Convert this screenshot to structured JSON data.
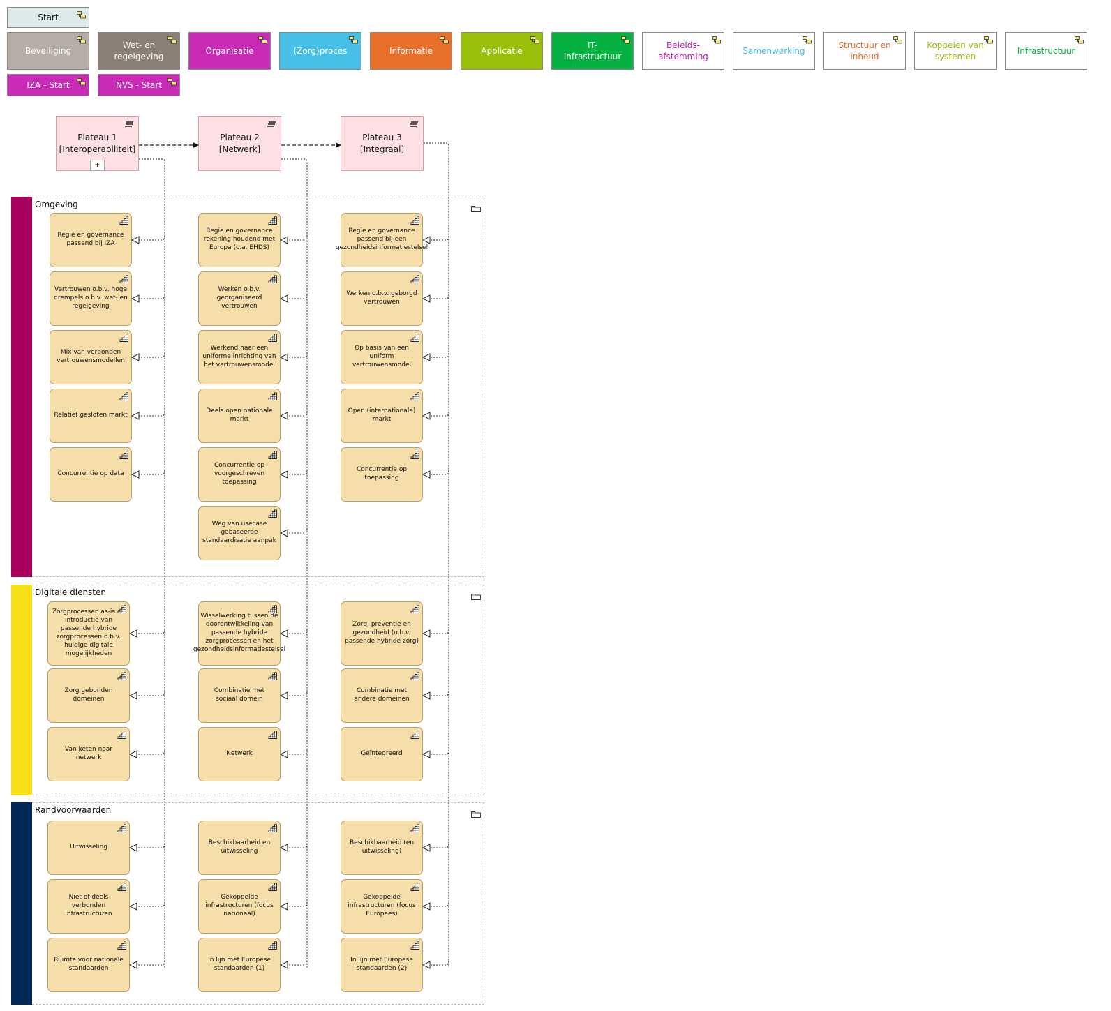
{
  "nav": {
    "start": "Start",
    "domains": [
      "Beveiliging",
      "Wet- en\nregelgeving",
      "Organisatie",
      "(Zorg)proces",
      "Informatie",
      "Applicatie",
      "IT-Infrastructuur",
      "Beleids-\nafstemming",
      "Samenwerking",
      "Structuur en\ninhoud",
      "Koppelen van\nsystemen",
      "Infrastructuur"
    ],
    "extra": [
      "IZA - Start",
      "NVS - Start"
    ]
  },
  "colors": {
    "start_bg": "#dceaea",
    "beveiliging_bg": "#b5ada7",
    "wet_bg": "#8a7f74",
    "organisatie_bg": "#c92ab6",
    "zorgproces_bg": "#47bfe6",
    "informatie_bg": "#e8702a",
    "applicatie_bg": "#98bf0a",
    "it_bg": "#05b140",
    "beleids_text": "#c020b0",
    "samenwerking_text": "#47bfe6",
    "structuur_text": "#e8702a",
    "koppelen_text": "#98bf0a",
    "infrastructuur_text": "#05b140",
    "omgeving_bar": "#a8005f",
    "digitale_bar": "#f8e017",
    "rand_bar": "#002a55",
    "plateau_bg": "#fde0e3",
    "requirement_bg": "#f5deaa"
  },
  "plateaus": [
    {
      "name": "Plateau 1",
      "sub": "[Interoperabiliteit]",
      "expand": "+"
    },
    {
      "name": "Plateau 2",
      "sub": "[Netwerk]"
    },
    {
      "name": "Plateau 3",
      "sub": "[Integraal]"
    }
  ],
  "groups": [
    {
      "title": "Omgeving",
      "columns": [
        [
          "Regie en governance passend bij IZA",
          "Vertrouwen o.b.v. hoge drempels o.b.v. wet- en regelgeving",
          "Mix van verbonden vertrouwensmodellen",
          "Relatief gesloten markt",
          "Concurrentie op data"
        ],
        [
          "Regie en governance rekening houdend met Europa (o.a. EHDS)",
          "Werken o.b.v. georganiseerd vertrouwen",
          "Werkend naar een uniforme inrichting van het vertrouwensmodel",
          "Deels open nationale markt",
          "Concurrentie op voorgeschreven toepassing",
          "Weg van usecase gebaseerde standaardisatie aanpak"
        ],
        [
          "Regie en governance passend bij een gezondheidsinformatiestelsel",
          "Werken o.b.v. geborgd vertrouwen",
          "Op basis van een uniform vertrouwensmodel",
          "Open (internationale) markt",
          "Concurrentie op toepassing"
        ]
      ]
    },
    {
      "title": "Digitale diensten",
      "columns": [
        [
          "Zorgprocessen as-is en introductie van passende hybride zorgprocessen o.b.v. huidige digitale mogelijkheden",
          "Zorg gebonden domeinen",
          "Van keten naar netwerk"
        ],
        [
          "Wisselwerking tussen de doorontwikkeling van passende hybride zorgprocessen en het gezondheidsinformatiestelsel",
          "Combinatie met sociaal domein",
          "Netwerk"
        ],
        [
          "Zorg, preventie en gezondheid (o.b.v. passende hybride zorg)",
          "Combinatie met andere domeinen",
          "Geïntegreerd"
        ]
      ]
    },
    {
      "title": "Randvoorwaarden",
      "columns": [
        [
          "Uitwisseling",
          "Niet of deels verbonden infrastructuren",
          "Ruimte voor nationale standaarden"
        ],
        [
          "Beschikbaarheid en uitwisseling",
          "Gekoppelde infrastructuren (focus nationaal)",
          "In lijn met Europese standaarden (1)"
        ],
        [
          "Beschikbaarheid (en uitwisseling)",
          "Gekoppelde infrastructuren (focus Europees)",
          "In lijn met Europese standaarden (2)"
        ]
      ]
    }
  ]
}
